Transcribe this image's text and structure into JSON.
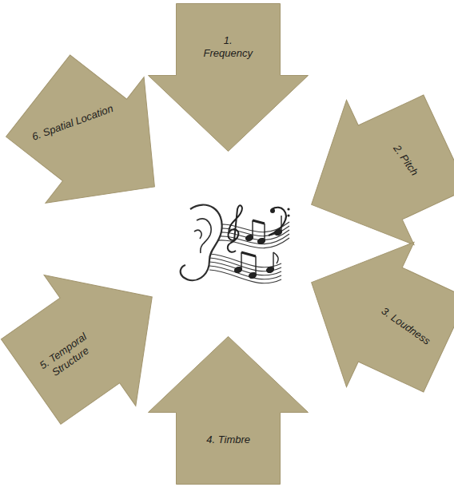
{
  "diagram": {
    "nodes": [
      {
        "text": [
          "1. Frequency"
        ]
      },
      {
        "text": [
          "2. Pitch"
        ]
      },
      {
        "text": [
          "3. Loudness"
        ]
      },
      {
        "text": [
          "4. Timbre"
        ]
      },
      {
        "text": [
          "5. Temporal Structure"
        ]
      },
      {
        "text": [
          "6. Spatial Location"
        ]
      }
    ]
  }
}
